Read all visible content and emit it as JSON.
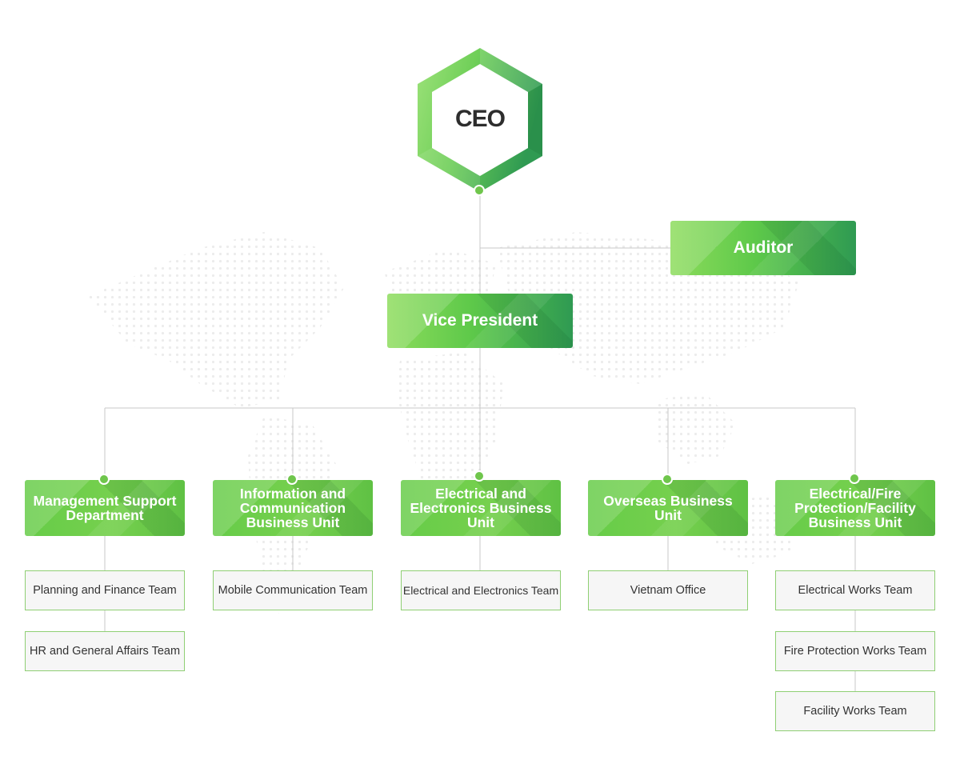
{
  "colors": {
    "accent_light": "#8ddc5c",
    "accent": "#66cc48",
    "accent_dark": "#2f9a52",
    "line": "#c8c8c8",
    "team_border": "#8fcf73"
  },
  "ceo": {
    "label": "CEO"
  },
  "auditor": {
    "label": "Auditor"
  },
  "vice_president": {
    "label": "Vice President"
  },
  "departments": [
    {
      "label": "Management Support Department",
      "teams": [
        "Planning and Finance Team",
        "HR and General Affairs Team"
      ]
    },
    {
      "label": "Information and Communication Business Unit",
      "teams": [
        "Mobile Communication Team"
      ]
    },
    {
      "label": "Electrical and Electronics Business Unit",
      "teams": [
        "Electrical and Electronics Team"
      ]
    },
    {
      "label": "Overseas Business Unit",
      "teams": [
        "Vietnam Office"
      ]
    },
    {
      "label": "Electrical/Fire Protection/Facility Business Unit",
      "teams": [
        "Electrical Works Team",
        "Fire Protection Works Team",
        "Facility Works Team"
      ]
    }
  ]
}
